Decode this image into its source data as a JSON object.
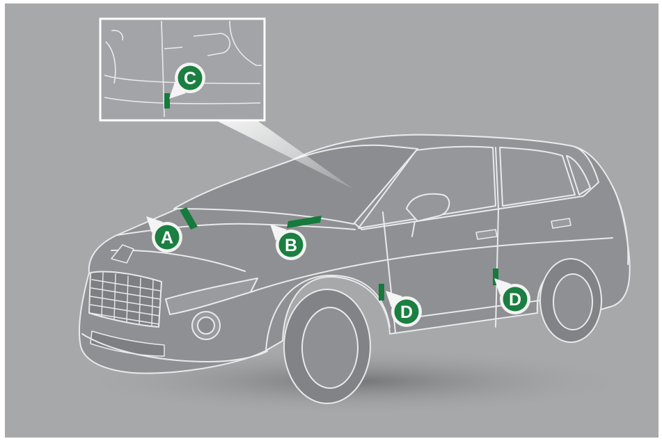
{
  "colors": {
    "background": "#a7a8aa",
    "frame": "#ffffff",
    "car_body": "#8f9093",
    "car_lines": "#e9eaeb",
    "marker_fill": "#157a3c",
    "badge_fill": "#1a7f40",
    "badge_ring": "#f4f4f4"
  },
  "labels": {
    "a": "A",
    "b": "B",
    "c": "C",
    "d_front": "D",
    "d_rear": "D"
  }
}
